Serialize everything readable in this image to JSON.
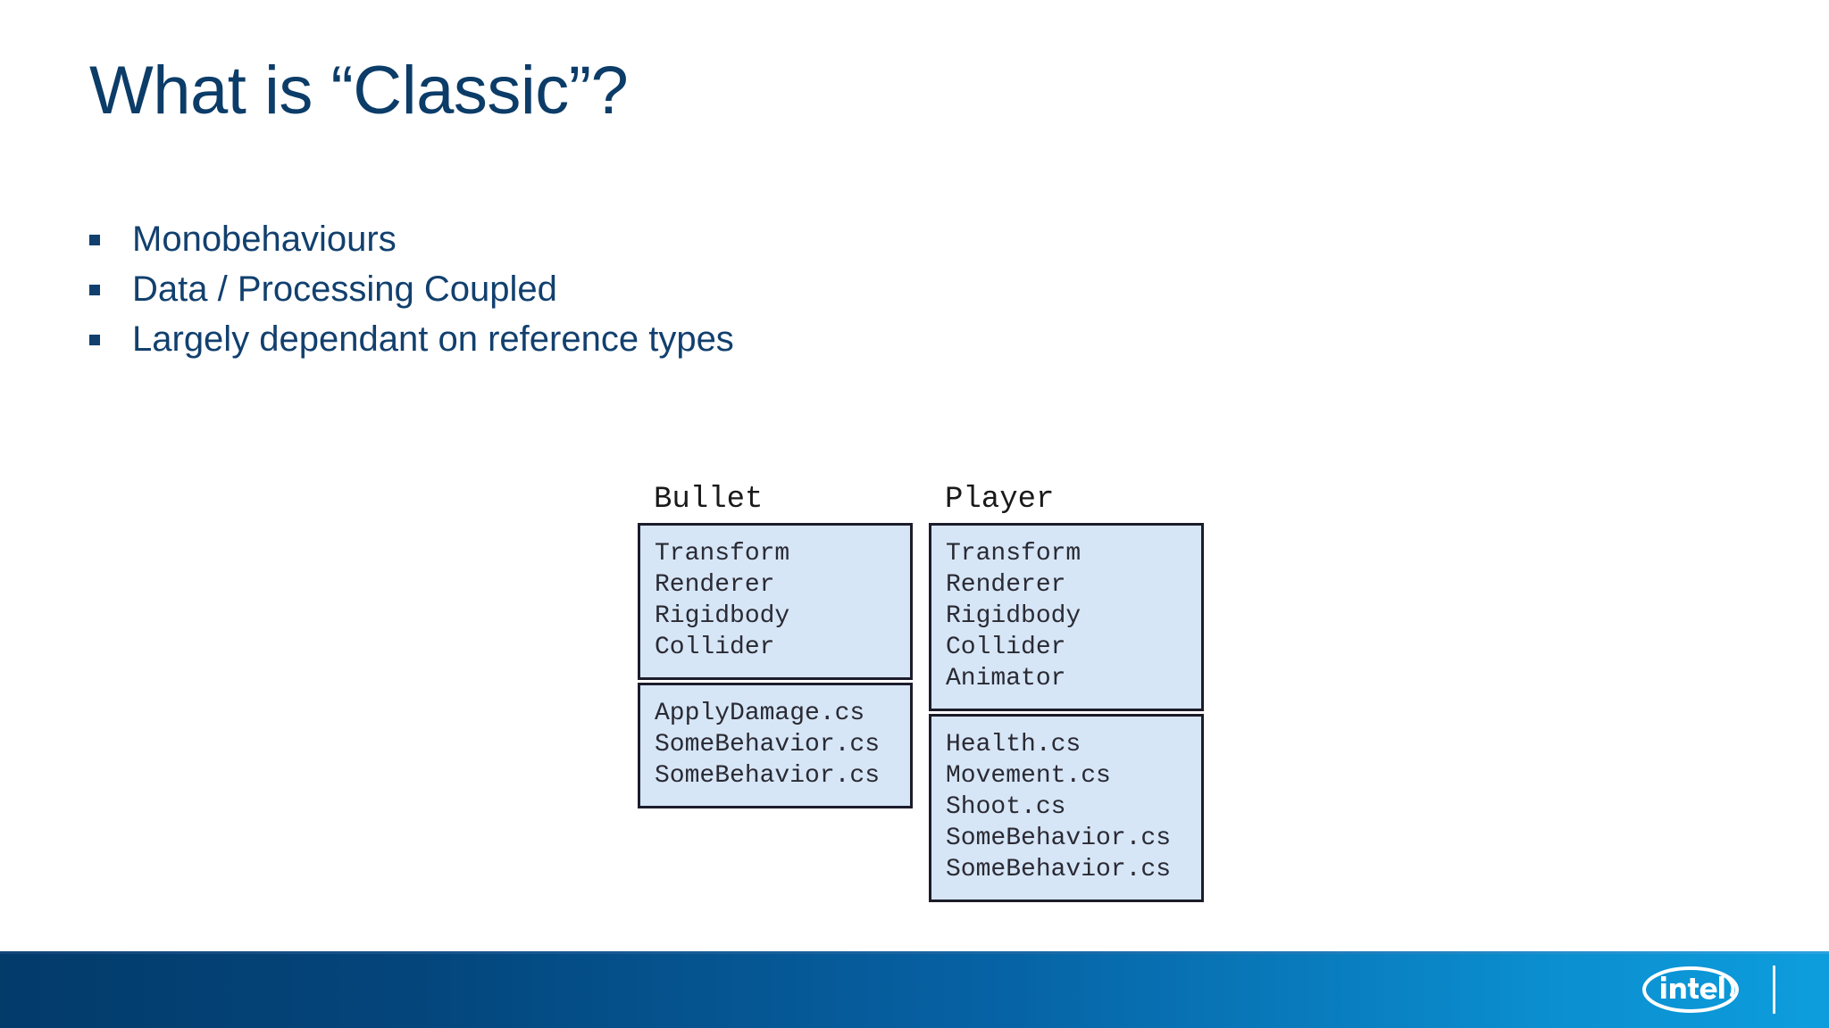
{
  "slide": {
    "title": "What is “Classic”?",
    "bullets": [
      {
        "text": "Monobehaviours"
      },
      {
        "text": "Data / Processing Coupled"
      },
      {
        "text": "Largely dependant on reference types"
      }
    ]
  },
  "diagram": {
    "entities": [
      {
        "name": "Bullet",
        "components": [
          "Transform",
          "Renderer",
          "Rigidbody",
          "Collider"
        ],
        "scripts": [
          "ApplyDamage.cs",
          "SomeBehavior.cs",
          "SomeBehavior.cs"
        ]
      },
      {
        "name": "Player",
        "components": [
          "Transform",
          "Renderer",
          "Rigidbody",
          "Collider",
          "Animator"
        ],
        "scripts": [
          "Health.cs",
          "Movement.cs",
          "Shoot.cs",
          "SomeBehavior.cs",
          "SomeBehavior.cs"
        ]
      }
    ]
  },
  "footer": {
    "logo_name": "intel-logo",
    "logo_text": "intel"
  },
  "colors": {
    "title_text": "#0c3c68",
    "bullet_text": "#12406e",
    "bullet_marker": "#12406e",
    "box_fill": "#d6e6f7",
    "box_border": "#1c1c2b",
    "mono_text": "#2a2a33",
    "footer_gradient_start": "#033b6b",
    "footer_gradient_end": "#0d9ddd",
    "page_background": "#ffffff"
  }
}
